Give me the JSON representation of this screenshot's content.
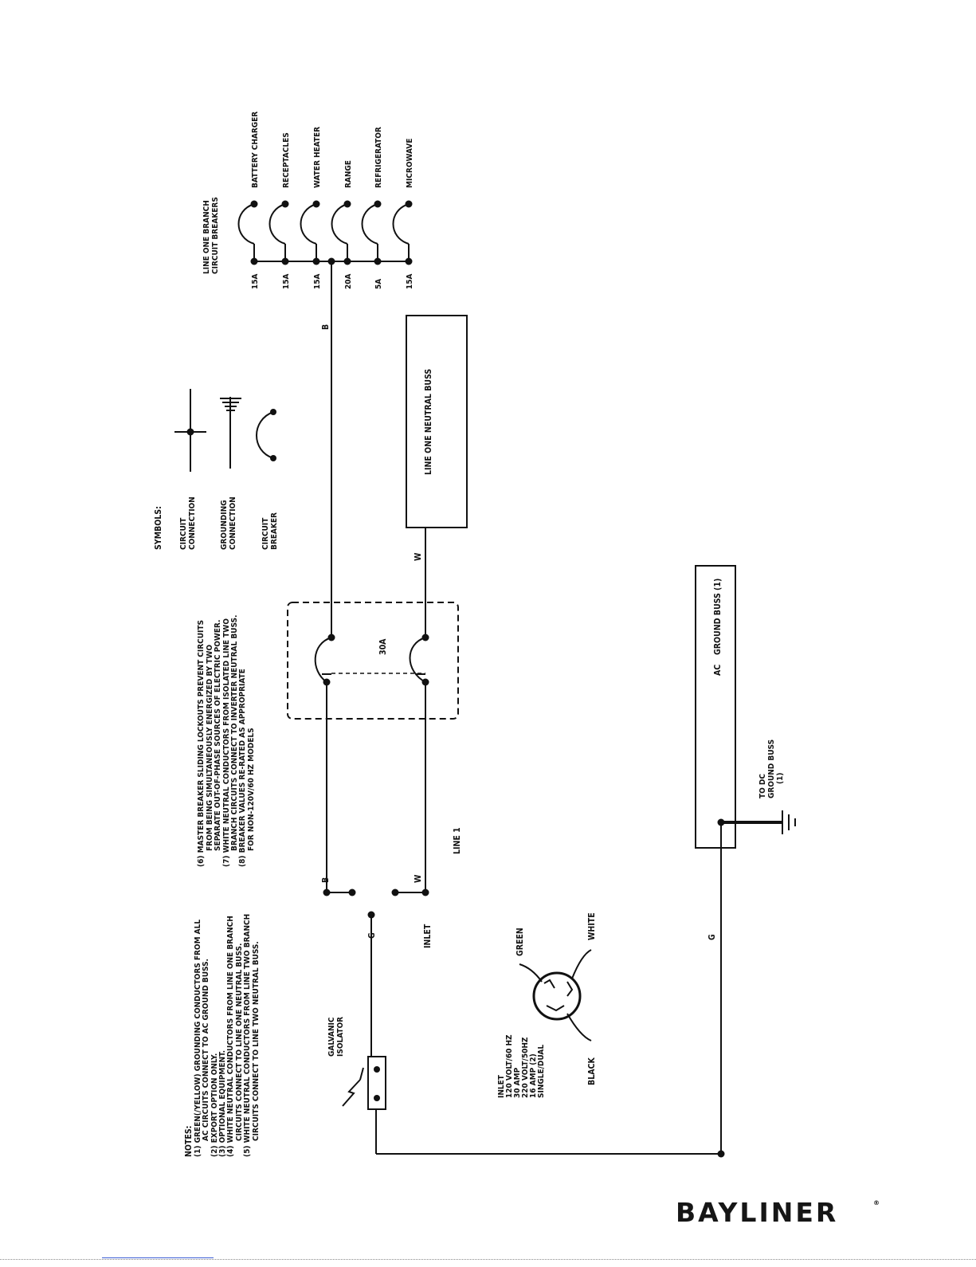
{
  "notes": {
    "heading": "NOTES:",
    "lines": [
      "(1) GREEN(/YELLOW) GROUNDING CONDUCTORS FROM ALL",
      "AC CIRCUITS CONNECT TO AC GROUND BUSS.",
      "(2) EXPORT OPTION ONLY.",
      "(3) OPTIONAL EQUIPMENT.",
      "(4) WHITE NEUTRAL CONDUCTORS FROM LINE ONE BRANCH",
      "CIRCUITS CONNECT TO LINE ONE NEUTRAL BUSS.",
      "(5) WHITE NEUTRAL CONDUCTORS FROM LINE TWO BRANCH",
      "CIRCUITS CONNECT TO LINE TWO NEUTRAL BUSS.",
      "(6) MASTER BREAKER SLIDING LOCKOUTS PREVENT CIRCUITS",
      "FROM BEING SIMULTANEOUSLY ENERGIZED BY TWO",
      "SEPARATE OUT-OF-PHASE SOURCES OF ELECTRIC POWER.",
      "(7) WHITE NEUTRAL CONDUCTORS FROM ISOLATED LINE TWO",
      "BRANCH CIRCUITS CONNECT TO INVERTER NEUTRAL BUSS.",
      "(8) BREAKER VALUES RE-RATED AS APPROPRIATE",
      "FOR NON-120V/60 HZ MODELS"
    ]
  },
  "symbols": {
    "heading": "SYMBOLS:",
    "circuit_connection": [
      "CIRCUIT",
      "CONNECTION"
    ],
    "grounding_connection": [
      "GROUNDING",
      "CONNECTION"
    ],
    "circuit_breaker": [
      "CIRCUIT",
      "BREAKER"
    ]
  },
  "branch_breakers": {
    "heading": [
      "LINE ONE BRANCH",
      "CIRCUIT BREAKERS"
    ],
    "items": [
      {
        "label": "BATTERY CHARGER",
        "rating": "15A"
      },
      {
        "label": "RECEPTACLES",
        "rating": "15A"
      },
      {
        "label": "WATER HEATER",
        "rating": "15A"
      },
      {
        "label": "RANGE",
        "rating": "20A"
      },
      {
        "label": "REFRIGERATOR",
        "rating": "5A"
      },
      {
        "label": "MICROWAVE",
        "rating": "15A"
      }
    ]
  },
  "wires": {
    "black": "B",
    "white": "W",
    "ground": "G"
  },
  "master_breaker": {
    "rating": "30A"
  },
  "line_label": "LINE 1",
  "neutral_buss": "LINE ONE NEUTRAL BUSS",
  "ground_buss": {
    "label": "AC",
    "name": "GROUND BUSS (1)"
  },
  "to_dc": [
    "TO DC",
    "GROUND BUSS",
    "(1)"
  ],
  "inlet_label": "INLET",
  "galvanic_isolator": [
    "GALVANIC",
    "ISOLATOR"
  ],
  "inlet_spec": [
    "INLET",
    "120 VOLT/60 HZ",
    "30 AMP",
    "220 VOLT/50HZ",
    "16 AMP (2)",
    "SINGLE/DUAL"
  ],
  "plug_wires": {
    "green": "GREEN",
    "white": "WHITE",
    "black": "BLACK"
  },
  "brand": "BAYLINER",
  "brand_mark": "®"
}
